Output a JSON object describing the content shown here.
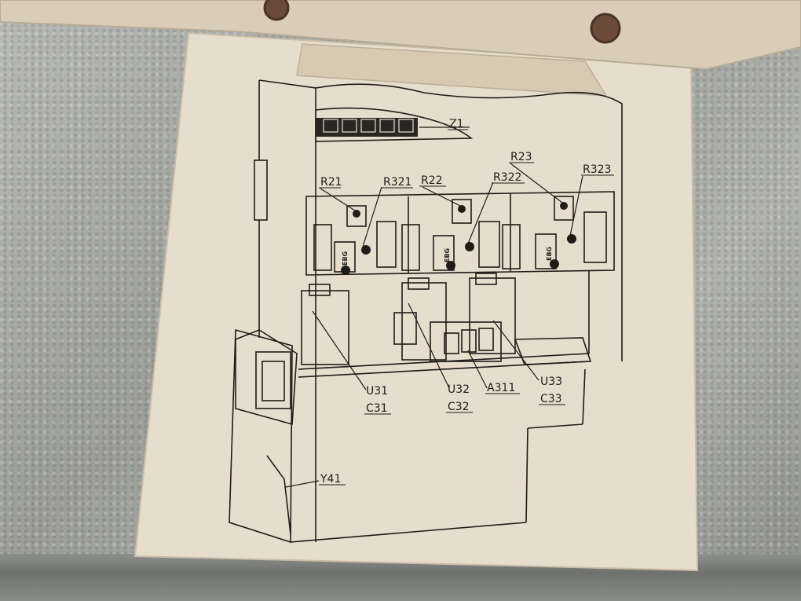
{
  "colors": {
    "paper": "#e7ddcc",
    "paper_shadow": "#d6c9b3",
    "ink": "#1e1b18",
    "metal": "#a7a9a6",
    "rust": "#6b4a3a"
  },
  "labels": {
    "z1": "Z1",
    "r21": "R21",
    "r321": "R321",
    "r22": "R22",
    "r322": "R322",
    "r23": "R23",
    "r323": "R323",
    "u31": "U31",
    "c31": "C31",
    "u32": "U32",
    "c32": "C32",
    "a311": "A311",
    "u33": "U33",
    "c33": "C33",
    "y41": "Y41",
    "ebg": "EBG"
  }
}
